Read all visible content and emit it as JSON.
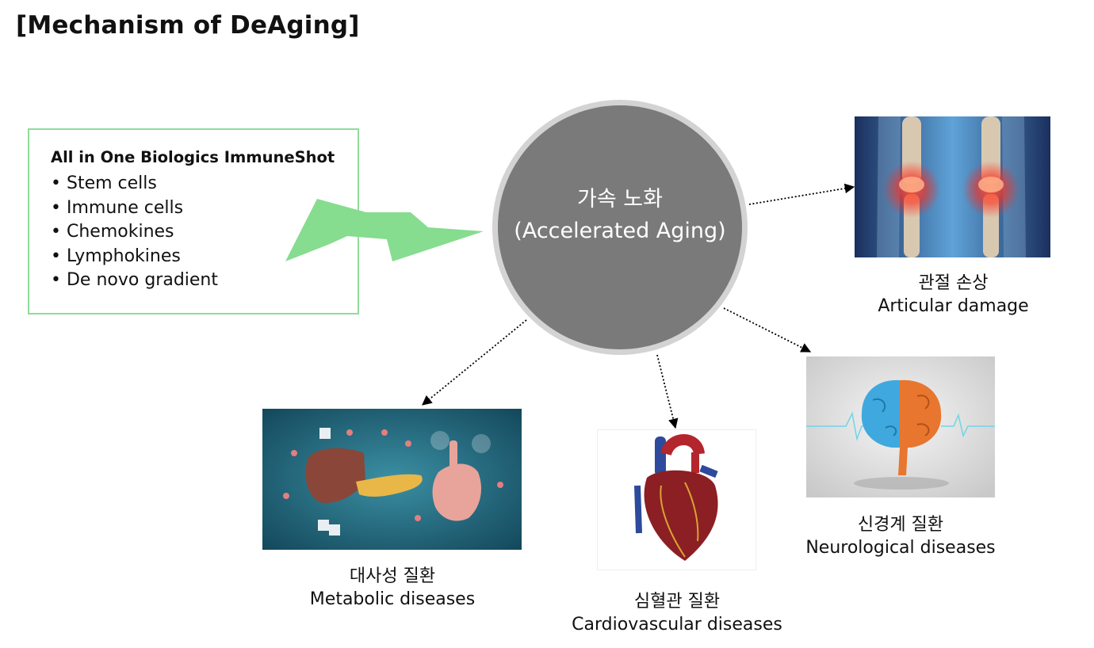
{
  "title": "[Mechanism of DeAging]",
  "intervention": {
    "heading": "All in One Biologics ImmuneShot",
    "items": [
      "Stem cells",
      "Immune cells",
      "Chemokines",
      "Lymphokines",
      "De novo gradient"
    ]
  },
  "hub": {
    "label_ko": "가속 노화",
    "label_en": "(Accelerated Aging)"
  },
  "outcomes": {
    "articular": {
      "label_ko": "관절 손상",
      "label_en": "Articular damage",
      "image": "knee-joints-image"
    },
    "neuro": {
      "label_ko": "신경계 질환",
      "label_en": "Neurological diseases",
      "image": "brain-image"
    },
    "cardio": {
      "label_ko": "심혈관 질환",
      "label_en": "Cardiovascular diseases",
      "image": "heart-image"
    },
    "metabolic": {
      "label_ko": "대사성 질환",
      "label_en": "Metabolic diseases",
      "image": "liver-pancreas-image"
    }
  },
  "colors": {
    "accent_green": "#8fdc9a",
    "bolt_green": "#86dc8f",
    "hub_fill": "#7a7a7a",
    "hub_ring": "#cfcfcf"
  }
}
